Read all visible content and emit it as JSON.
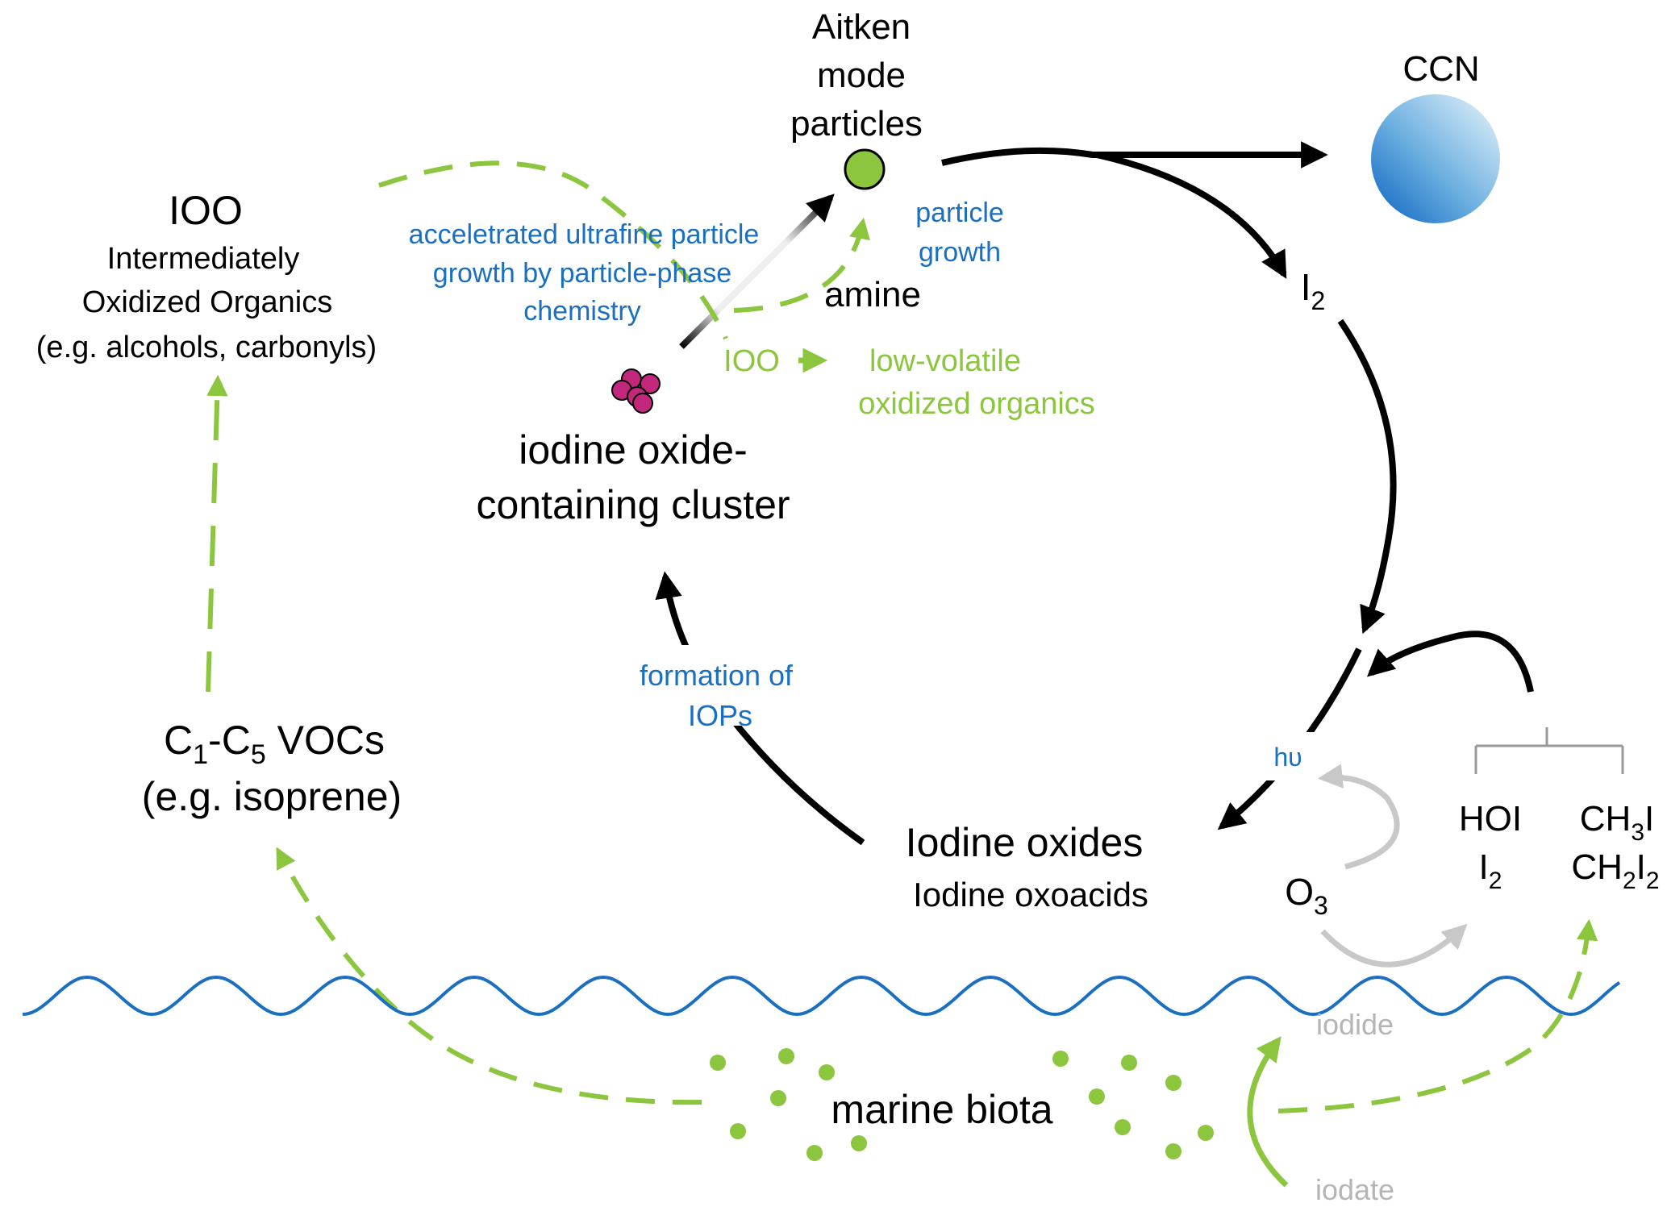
{
  "colors": {
    "black": "#000000",
    "blue": "#1a6fc1",
    "green": "#8cc63f",
    "gray": "#c8c8c8",
    "sea": "#1a6fc1",
    "cluster": "#c2277c",
    "particle": "#8cc63f"
  },
  "labels": {
    "aitken_1": "Aitken",
    "aitken_2": "mode",
    "aitken_3": "particles",
    "ccn": "CCN",
    "ioo_title": "IOO",
    "ioo_1": "Intermediately",
    "ioo_2": "Oxidized Organics",
    "ioo_3": "(e.g. alcohols, carbonyls)",
    "accel_1": "acceletrated ultrafine particle",
    "accel_2": "growth by particle-phase",
    "accel_3": "chemistry",
    "growth_1": "particle",
    "growth_2": "growth",
    "amine": "amine",
    "i2_top": "I",
    "i2_top_sub": "2",
    "ioo_arrow_left": "IOO",
    "ioo_arrow_right": "low-volatile",
    "ioo_arrow_right_2": "oxidized organics",
    "cluster_1": "iodine oxide-",
    "cluster_2": "containing cluster",
    "formation_1": "formation of",
    "formation_2": "IOPs",
    "voc_c1": "C",
    "voc_sub1": "1",
    "voc_dash": "-C",
    "voc_sub5": "5",
    "voc_rest": " VOCs",
    "voc_2": "(e.g. isoprene)",
    "hv": "hυ",
    "oxides_1": "Iodine oxides",
    "oxides_2": "Iodine oxoacids",
    "o3": "O",
    "o3_sub": "3",
    "hoi": "HOI",
    "hoi_i2": "I",
    "hoi_i2_sub": "2",
    "ch3i": "CH",
    "ch3i_sub": "3",
    "ch3i_i": "I",
    "ch2i2": "CH",
    "ch2i2_sub1": "2",
    "ch2i2_i": "I",
    "ch2i2_sub2": "2",
    "iodide": "iodide",
    "iodate": "iodate",
    "biota": "marine biota"
  }
}
